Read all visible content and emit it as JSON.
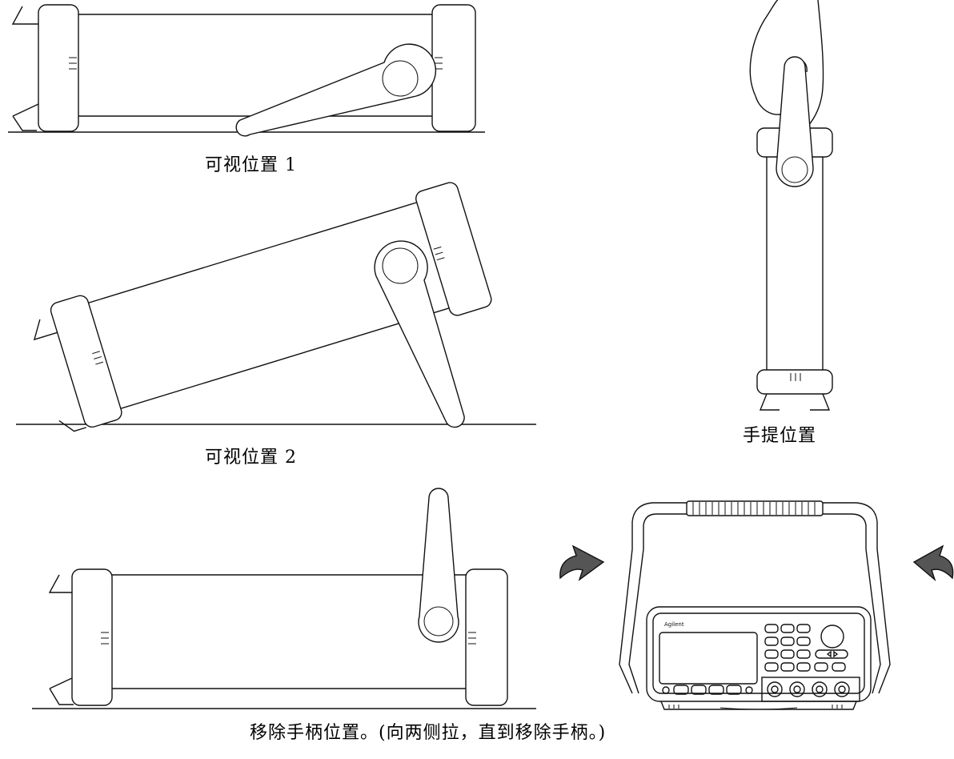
{
  "captions": {
    "view_position_1": "可视位置 1",
    "view_position_2": "可视位置 2",
    "carry_position": "手提位置",
    "remove_handle": "移除手柄位置。(向两侧拉，直到移除手柄。)"
  },
  "device_logo_text": "Agilent",
  "colors": {
    "line": "#111111",
    "background": "#ffffff",
    "arrow_fill": "#555555"
  }
}
